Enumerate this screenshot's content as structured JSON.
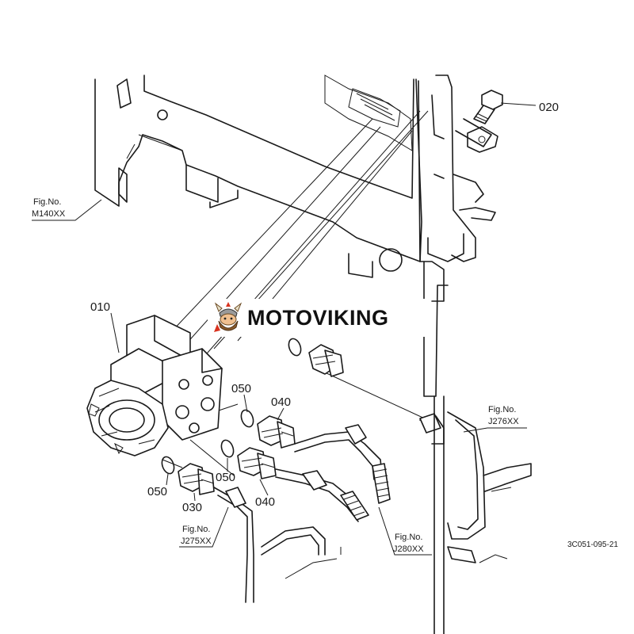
{
  "parts": {
    "p010": "010",
    "p020": "020",
    "p030": "030",
    "p040a": "040",
    "p040b": "040",
    "p050a": "050",
    "p050b": "050",
    "p050c": "050"
  },
  "figure_refs": {
    "m140": {
      "line1": "Fig.No.",
      "line2": "M140XX"
    },
    "j276": {
      "line1": "Fig.No.",
      "line2": "J276XX"
    },
    "j275": {
      "line1": "Fig.No.",
      "line2": "J275XX"
    },
    "j280": {
      "line1": "Fig.No.",
      "line2": "J280XX"
    }
  },
  "drawing_code": "3C051-095-21",
  "watermark": {
    "text": "MOTOVIKING",
    "logo_icon": "viking-mascot-icon",
    "text_color": "#111111"
  },
  "colors": {
    "line": "#1a1a1a",
    "background": "#ffffff",
    "logo_accent": "#d9331f",
    "logo_body": "#8a5a2b"
  }
}
